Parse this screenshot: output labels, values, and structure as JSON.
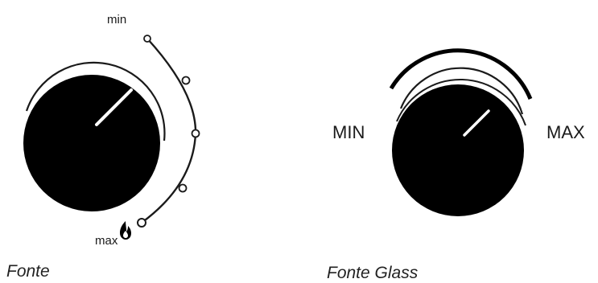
{
  "fonte": {
    "caption": "Fonte",
    "min_label": "min",
    "max_label": "max",
    "flame_icon": "flame-icon",
    "scale_steps": 5
  },
  "fonte_glass": {
    "caption": "Fonte Glass",
    "min_label": "MIN",
    "max_label": "MAX"
  },
  "colors": {
    "knob": "#000000",
    "indicator": "#ffffff",
    "outline": "#1a1a1a",
    "background": "#ffffff"
  }
}
